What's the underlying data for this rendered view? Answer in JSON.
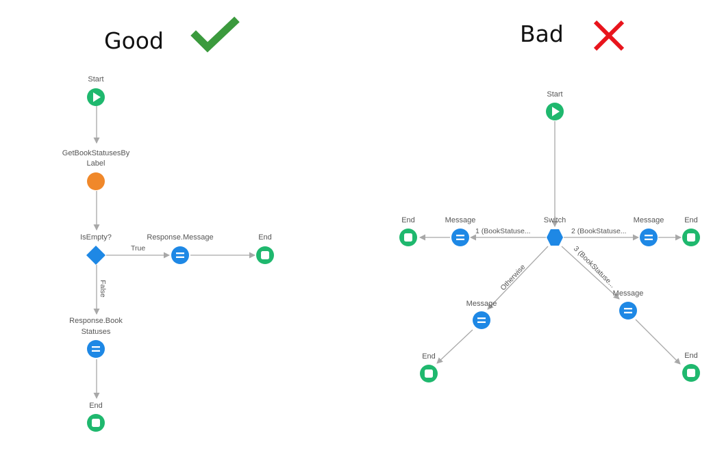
{
  "good": {
    "heading": "Good",
    "mark": "check-icon",
    "nodes": {
      "start": "Start",
      "get_statuses_1": "GetBookStatusesBy",
      "get_statuses_2": "Label",
      "is_empty": "IsEmpty?",
      "response_message": "Response.Message",
      "end_right": "End",
      "response_book_1": "Response.Book",
      "response_book_2": "Statuses",
      "end_bottom": "End"
    },
    "edges": {
      "true_label": "True",
      "false_label": "False"
    }
  },
  "bad": {
    "heading": "Bad",
    "mark": "cross-icon",
    "nodes": {
      "start": "Start",
      "switch": "Switch",
      "message_left": "Message",
      "end_left": "End",
      "message_right": "Message",
      "end_right": "End",
      "message_low_left": "Message",
      "end_low_left": "End",
      "message_low_right": "Message",
      "end_low_right": "End"
    },
    "edges": {
      "case_1": "1 (BookStatuse...",
      "case_2": "2 (BookStatuse...",
      "case_3": "3 (BookStatuse...",
      "otherwise": "Otherwise"
    }
  },
  "colors": {
    "start_green": "#1fb86e",
    "end_green": "#1fb86e",
    "assign_blue": "#1e88e5",
    "query_orange": "#f0882a",
    "decision_blue": "#1e88e5",
    "check_green": "#3b9a3d",
    "cross_red": "#e8141c"
  }
}
